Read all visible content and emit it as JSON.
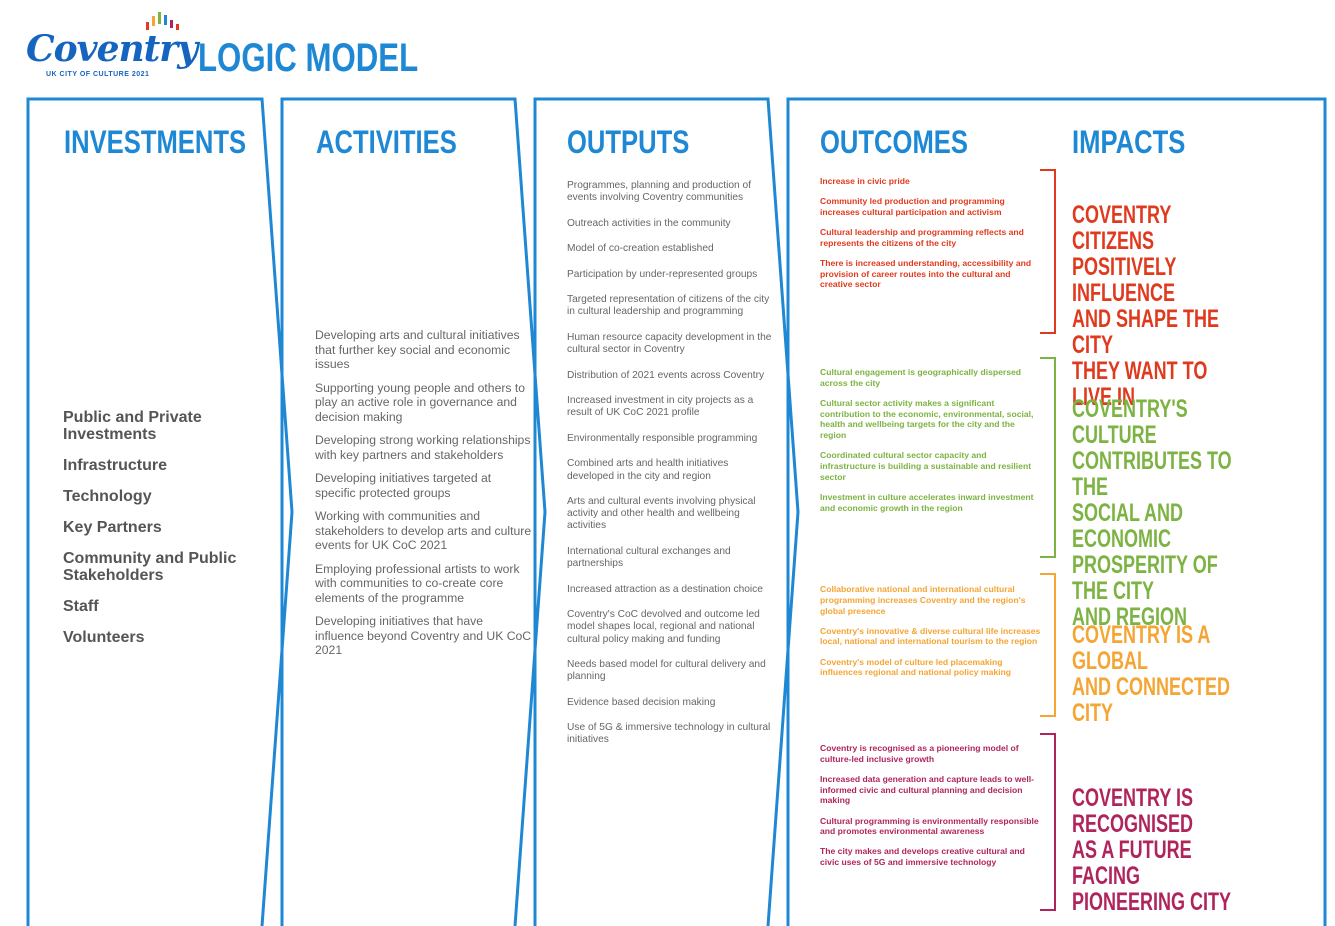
{
  "header": {
    "logo_text": "Coventry",
    "logo_subtitle": "UK CITY OF CULTURE 2021",
    "title": "LOGIC MODEL"
  },
  "colors": {
    "frame_blue": "#1e88d4",
    "red": "#e03a1e",
    "green": "#7cb342",
    "orange": "#f4a533",
    "purple": "#b0245c"
  },
  "columns": {
    "investments": {
      "title": "INVESTMENTS",
      "items": [
        "Public and Private Investments",
        "Infrastructure",
        "Technology",
        "Key Partners",
        "Community and Public Stakeholders",
        "Staff",
        "Volunteers"
      ]
    },
    "activities": {
      "title": "ACTIVITIES",
      "items": [
        "Developing arts and cultural initiatives that further key social and economic issues",
        "Supporting young people and others to play an active role in governance and decision making",
        "Developing strong working relationships with key partners and stakeholders",
        "Developing initiatives targeted at specific protected groups",
        "Working with communities and stakeholders to develop arts and culture events for UK CoC 2021",
        "Employing professional artists to work with communities to co-create core elements of the programme",
        "Developing initiatives that have influence beyond Coventry and UK CoC 2021"
      ]
    },
    "outputs": {
      "title": "OUTPUTS",
      "items": [
        "Programmes, planning and production of events involving Coventry communities",
        "Outreach activities in the community",
        "Model of co-creation established",
        "Participation by under-represented groups",
        "Targeted representation of citizens of the city in cultural leadership and programming",
        "Human resource capacity development in the cultural sector in Coventry",
        "Distribution of 2021 events across Coventry",
        "Increased investment in city projects as a result of UK CoC 2021 profile",
        "Environmentally responsible programming",
        "Combined arts and health initiatives developed in the city and region",
        "Arts and cultural events involving physical activity and other health and wellbeing activities",
        "International cultural exchanges and partnerships",
        "Increased attraction as a destination choice",
        "Coventry's CoC devolved and outcome led model shapes local, regional and national cultural policy making and funding",
        "Needs based model for cultural delivery and planning",
        "Evidence based decision making",
        "Use of 5G & immersive technology in cultural initiatives"
      ]
    },
    "outcomes": {
      "title": "OUTCOMES",
      "groups": [
        {
          "color": "#e03a1e",
          "items": [
            "Increase in civic pride",
            "Community led production and programming increases cultural participation and activism",
            "Cultural leadership and programming reflects and represents the citizens of the city",
            "There is increased understanding, accessibility and provision of career routes into the cultural and creative sector"
          ]
        },
        {
          "color": "#7cb342",
          "items": [
            "Cultural engagement is geographically dispersed across the city",
            "Cultural sector activity makes a significant contribution to the economic, environmental, social, health and wellbeing targets for the city and the region",
            "Coordinated cultural sector capacity and infrastructure is building a sustainable and resilient sector",
            "Investment in culture accelerates inward investment and economic growth in the region"
          ]
        },
        {
          "color": "#f4a533",
          "items": [
            "Collaborative national and international cultural programming increases Coventry and the region's global presence",
            "Coventry's innovative & diverse cultural life increases local, national and international tourism to the region",
            "Coventry's model of culture led placemaking influences regional and national policy making"
          ]
        },
        {
          "color": "#b0245c",
          "items": [
            "Coventry is recognised as a pioneering model of culture-led inclusive growth",
            "Increased data generation and capture leads to well-informed civic and cultural planning and decision making",
            "Cultural programming is environmentally responsible and promotes environmental awareness",
            "The city makes and develops creative cultural and civic uses of 5G and immersive technology"
          ]
        }
      ]
    },
    "impacts": {
      "title": "IMPACTS",
      "items": [
        "COVENTRY CITIZENS\nPOSITIVELY INFLUENCE\nAND SHAPE THE CITY\nTHEY WANT TO LIVE IN",
        "COVENTRY'S CULTURE\nCONTRIBUTES TO THE\nSOCIAL AND ECONOMIC\nPROSPERITY OF THE CITY\nAND REGION",
        "COVENTRY IS A GLOBAL\nAND CONNECTED CITY",
        "COVENTRY IS RECOGNISED\nAS A FUTURE FACING\nPIONEERING CITY"
      ]
    }
  }
}
